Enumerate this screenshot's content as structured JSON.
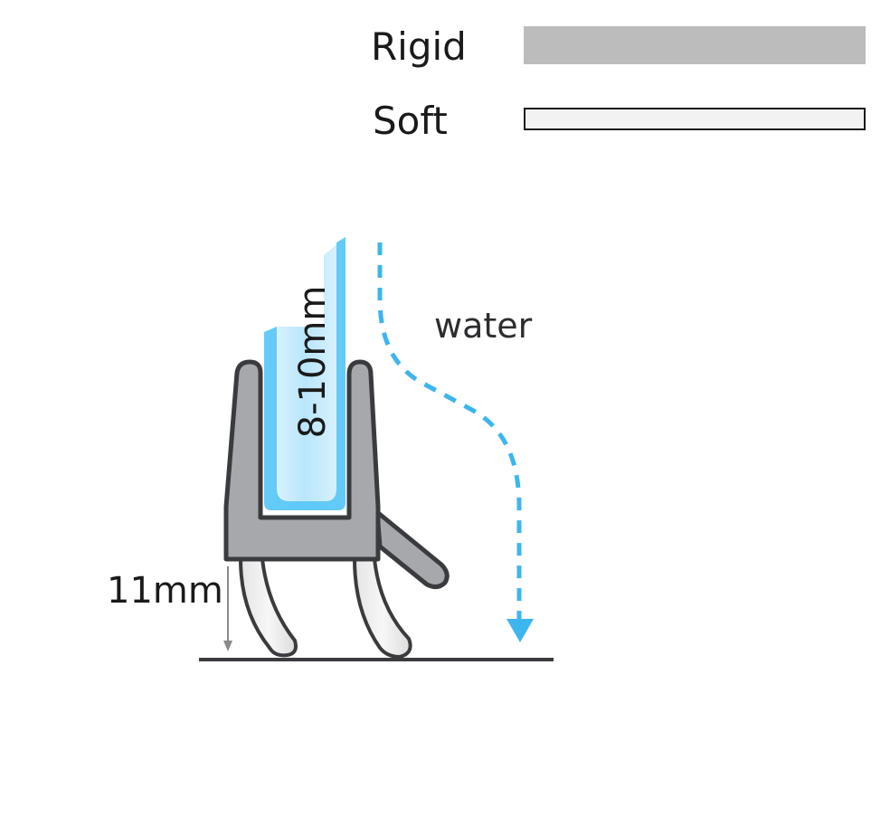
{
  "legend": {
    "rigid": {
      "label": "Rigid",
      "color": "#bcbcbc"
    },
    "soft": {
      "label": "Soft",
      "color": "#f2f2f2"
    }
  },
  "dimensions": {
    "glass_thickness": "8-10mm",
    "seal_height": "11mm"
  },
  "flow": {
    "label": "water",
    "color": "#3db5ee"
  },
  "colors": {
    "rigid_fill": "#a7a8ab",
    "outline": "#3a3b3e",
    "glass_edge": "#4fc3f7",
    "glass_fill": "#cfeefd",
    "floor": "#3a3b3e"
  }
}
